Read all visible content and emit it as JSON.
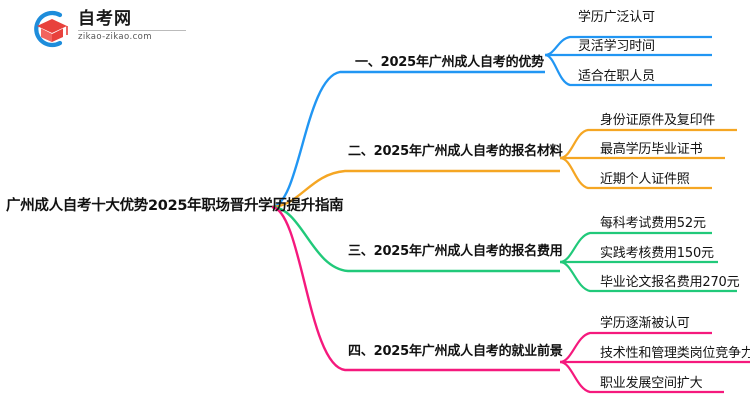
{
  "logo": {
    "title": "自考网",
    "subtitle": "zikao-zikao.com",
    "mark_icon": "graduation-cap-logo-icon",
    "arc_color": "#1e8ddb",
    "cap_color": "#e8413c"
  },
  "mindmap": {
    "root": {
      "label": "广州成人自考十大优势2025年职场晋升学历提升指南"
    },
    "branches": [
      {
        "index": 1,
        "label": "一、2025年广州成人自考的优势",
        "color": "#2196f3",
        "children": [
          {
            "label": "学历广泛认可"
          },
          {
            "label": "灵活学习时间"
          },
          {
            "label": "适合在职人员"
          }
        ]
      },
      {
        "index": 2,
        "label": "二、2025年广州成人自考的报名材料",
        "color": "#f5a623",
        "children": [
          {
            "label": "身份证原件及复印件"
          },
          {
            "label": "最高学历毕业证书"
          },
          {
            "label": "近期个人证件照"
          }
        ]
      },
      {
        "index": 3,
        "label": "三、2025年广州成人自考的报名费用",
        "color": "#21c97a",
        "children": [
          {
            "label": "每科考试费用52元"
          },
          {
            "label": "实践考核费用150元"
          },
          {
            "label": "毕业论文报名费用270元"
          }
        ]
      },
      {
        "index": 4,
        "label": "四、2025年广州成人自考的就业前景",
        "color": "#f5197d",
        "children": [
          {
            "label": "学历逐渐被认可"
          },
          {
            "label": "技术性和管理类岗位竞争力"
          },
          {
            "label": "职业发展空间扩大"
          }
        ]
      }
    ]
  }
}
